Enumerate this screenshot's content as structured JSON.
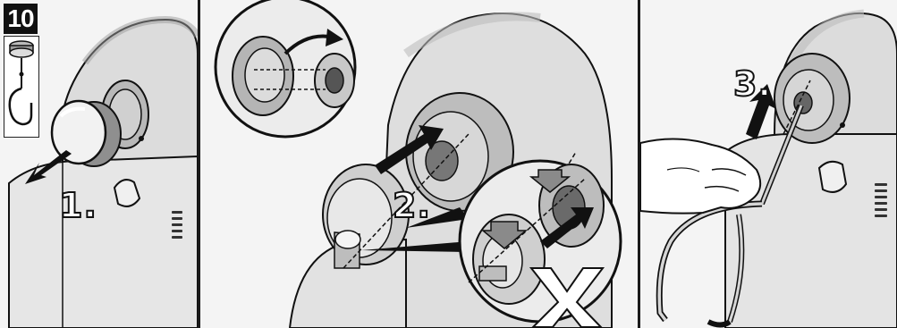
{
  "figure": {
    "number": "10",
    "steps": {
      "step1": "1.",
      "step2": "2.",
      "step3": "3."
    }
  },
  "colors": {
    "line": "#111111",
    "machine_light": "#e4e4e4",
    "machine_mid": "#bdbdbd",
    "machine_dark": "#8a8a8a",
    "arrow": "#111111"
  }
}
